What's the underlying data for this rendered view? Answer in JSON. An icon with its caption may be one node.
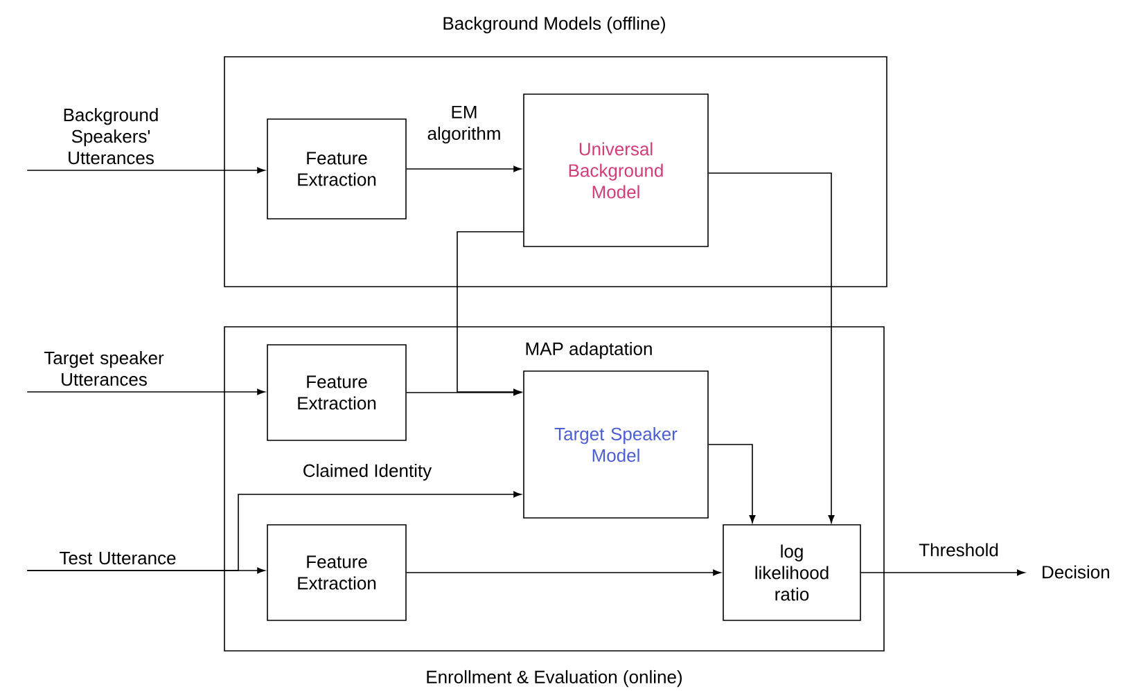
{
  "diagram": {
    "nodes": [
      {
        "text": [
          "Background Models (offline)"
        ]
      },
      {
        "text": [
          "Background Speakers' Utterances"
        ]
      },
      {
        "text": [
          "Feature Extraction"
        ],
        "in": 0
      },
      {
        "text": [
          "Universal Background Model"
        ],
        "in": 0
      },
      {
        "text": [
          "Enrollment & Evaluation (online)"
        ]
      },
      {
        "text": [
          "Target speaker Utterances"
        ]
      },
      {
        "text": [
          "Feature Extraction"
        ],
        "in": 4
      },
      {
        "text": [
          "Target Speaker Model"
        ],
        "in": 4
      },
      {
        "text": [
          "Test Utterance"
        ]
      },
      {
        "text": [
          "Feature Extraction"
        ],
        "in": 4
      },
      {
        "text": [
          "log likelihood ratio"
        ],
        "in": 4
      },
      {
        "text": [
          "Decision"
        ]
      }
    ],
    "edges": [
      {
        "from": 1,
        "to": 2,
        "arrow": "to"
      },
      {
        "from": 2,
        "to": 3,
        "arrow": "to",
        "label": "EM algorithm"
      },
      {
        "from": 3,
        "to": 7,
        "arrow": "to",
        "label": "MAP adaptation"
      },
      {
        "from": 3,
        "to": 10,
        "arrow": "to"
      },
      {
        "from": 5,
        "to": 6,
        "arrow": "to"
      },
      {
        "from": 6,
        "to": 7,
        "arrow": "to"
      },
      {
        "from": 7,
        "to": 10,
        "arrow": "to"
      },
      {
        "from": 8,
        "to": 9,
        "arrow": "to"
      },
      {
        "from": 8,
        "to": 7,
        "arrow": "to",
        "label": "Claimed Identity"
      },
      {
        "from": 9,
        "to": 10,
        "arrow": "to"
      },
      {
        "from": 10,
        "to": 11,
        "arrow": "to",
        "label": "Threshold"
      }
    ]
  }
}
